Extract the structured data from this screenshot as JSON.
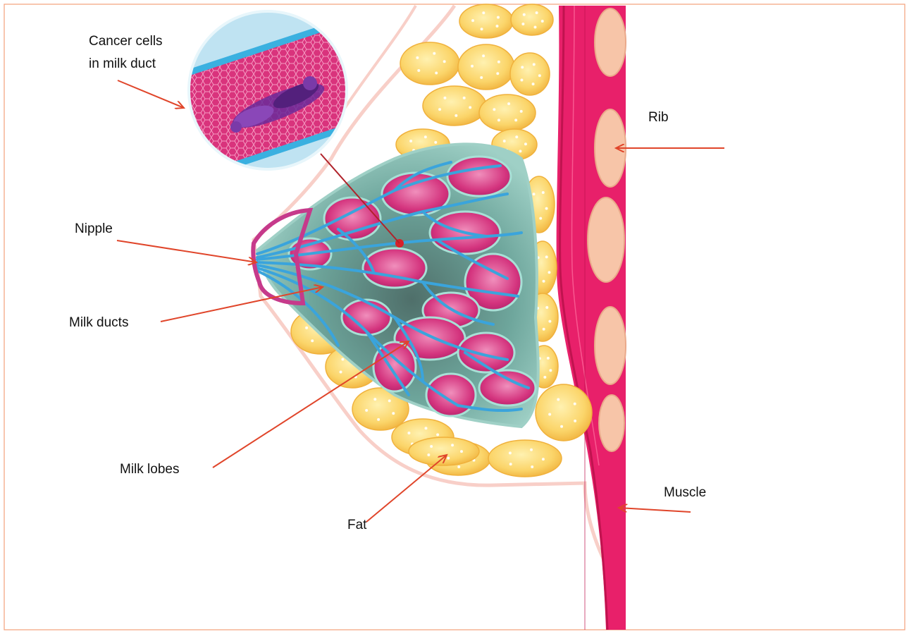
{
  "labels": {
    "cancer_line1": "Cancer cells",
    "cancer_line2": "in milk duct",
    "nipple": "Nipple",
    "milk_ducts": "Milk ducts",
    "milk_lobes": "Milk lobes",
    "fat": "Fat",
    "rib": "Rib",
    "muscle": "Muscle"
  },
  "colors": {
    "frame": "#f2a17a",
    "arrow": "#e0452a",
    "skin_outline": "#f8cfc8",
    "fat_fill": "#fbd56a",
    "fat_edge": "#f0b13c",
    "lobe_fill": "#d4347e",
    "lobe_light": "#e986b2",
    "duct": "#3aa4dc",
    "gland_bg": "#7fbdb2",
    "gland_dark": "#4d7e77",
    "muscle": "#e8206a",
    "muscle_dark": "#c0134f",
    "rib": "#f7c5a8",
    "inset_bg": "#bfe3f2",
    "cancer_cells": "#6a2a9a",
    "tumor_dot": "#d8202a",
    "nipple": "#c63a8b"
  },
  "icons": {
    "fat_globule": "fat-globule-icon",
    "rib_segment": "rib-icon",
    "tumor_marker": "tumor-dot-icon"
  }
}
